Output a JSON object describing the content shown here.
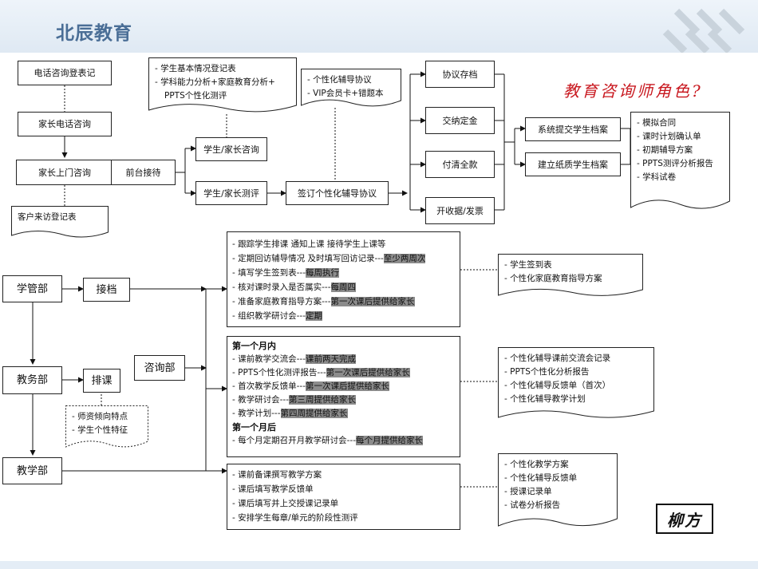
{
  "header": {
    "title": "北辰教育"
  },
  "role_question": "教育咨询师角色?",
  "top_flow": {
    "phone_register": "电话咨询登表记",
    "parent_phone": "家长电话咨询",
    "parent_visit": "家长上门咨询",
    "visitor_register": "客户来访登记表",
    "front_desk": "前台接待",
    "consult": "学生/家长咨询",
    "assess": "学生/家长测评",
    "sign": "签订个性化辅导协议",
    "archive": "协议存档",
    "deposit": "交纳定金",
    "full_pay": "付清全款",
    "invoice": "开收据/发票",
    "sys_archive": "系统提交学生档案",
    "paper_archive": "建立纸质学生档案"
  },
  "assess_docs": [
    "学生基本情况登记表",
    "学科能力分析+家庭教育分析+",
    "PPTS个性化测评"
  ],
  "agreement_docs": [
    "个性化辅导协议",
    "VIP会员卡+错题本"
  ],
  "archive_docs": [
    "模拟合同",
    "课时计划确认单",
    "初期辅导方案",
    "PPTS测评分析报告",
    "学科试卷"
  ],
  "departments": {
    "student_mgmt": "学管部",
    "handover": "接档",
    "academic": "教务部",
    "scheduling": "排课",
    "consulting": "咨询部",
    "teaching": "教学部"
  },
  "scheduling_notes": [
    "师资倾向特点",
    "学生个性特征"
  ],
  "student_mgmt_tasks": [
    {
      "text": "跟踪学生排课  通知上课  接待学生上课等",
      "tag": ""
    },
    {
      "text": "定期回访辅导情况  及时填写回访记录---",
      "tag": "至少两周次"
    },
    {
      "text": "填写学生签到表---",
      "tag": "每周执行"
    },
    {
      "text": "核对课时录入是否属实---",
      "tag": "每周四"
    },
    {
      "text": "准备家庭教育指导方案---",
      "tag": "第一次课后提供给家长"
    },
    {
      "text": "组织教学研讨会---",
      "tag": "定期"
    }
  ],
  "student_mgmt_docs": [
    "学生签到表",
    "个性化家庭教育指导方案"
  ],
  "academic_tasks": {
    "first_month_title": "第一个月内",
    "first_month": [
      {
        "text": "课前教学交流会---",
        "tag": "课前两天完成"
      },
      {
        "text": "PPTS个性化测评报告---",
        "tag": "第一次课后提供给家长"
      },
      {
        "text": "首次教学反馈单---",
        "tag": "第一次课后提供给家长"
      },
      {
        "text": "教学研讨会---",
        "tag": "第三周提供给家长"
      },
      {
        "text": "教学计划---",
        "tag": "第四周提供给家长"
      }
    ],
    "after_month_title": "第一个月后",
    "after_month": [
      {
        "text": "每个月定期召开月教学研讨会---",
        "tag": "每个月提供给家长"
      }
    ]
  },
  "academic_docs": [
    "个性化辅导课前交流会记录",
    "PPTS个性化分析报告",
    "个性化辅导反馈单（首次）",
    "个性化辅导教学计划"
  ],
  "teaching_tasks": [
    "课前备课撰写教学方案",
    "课后填写教学反馈单",
    "课后填写并上交授课记录单",
    "安排学生每章/单元的阶段性测评"
  ],
  "teaching_docs": [
    "个性化教学方案",
    "个性化辅导反馈单",
    "授课记录单",
    "试卷分析报告"
  ],
  "signature": "柳方"
}
